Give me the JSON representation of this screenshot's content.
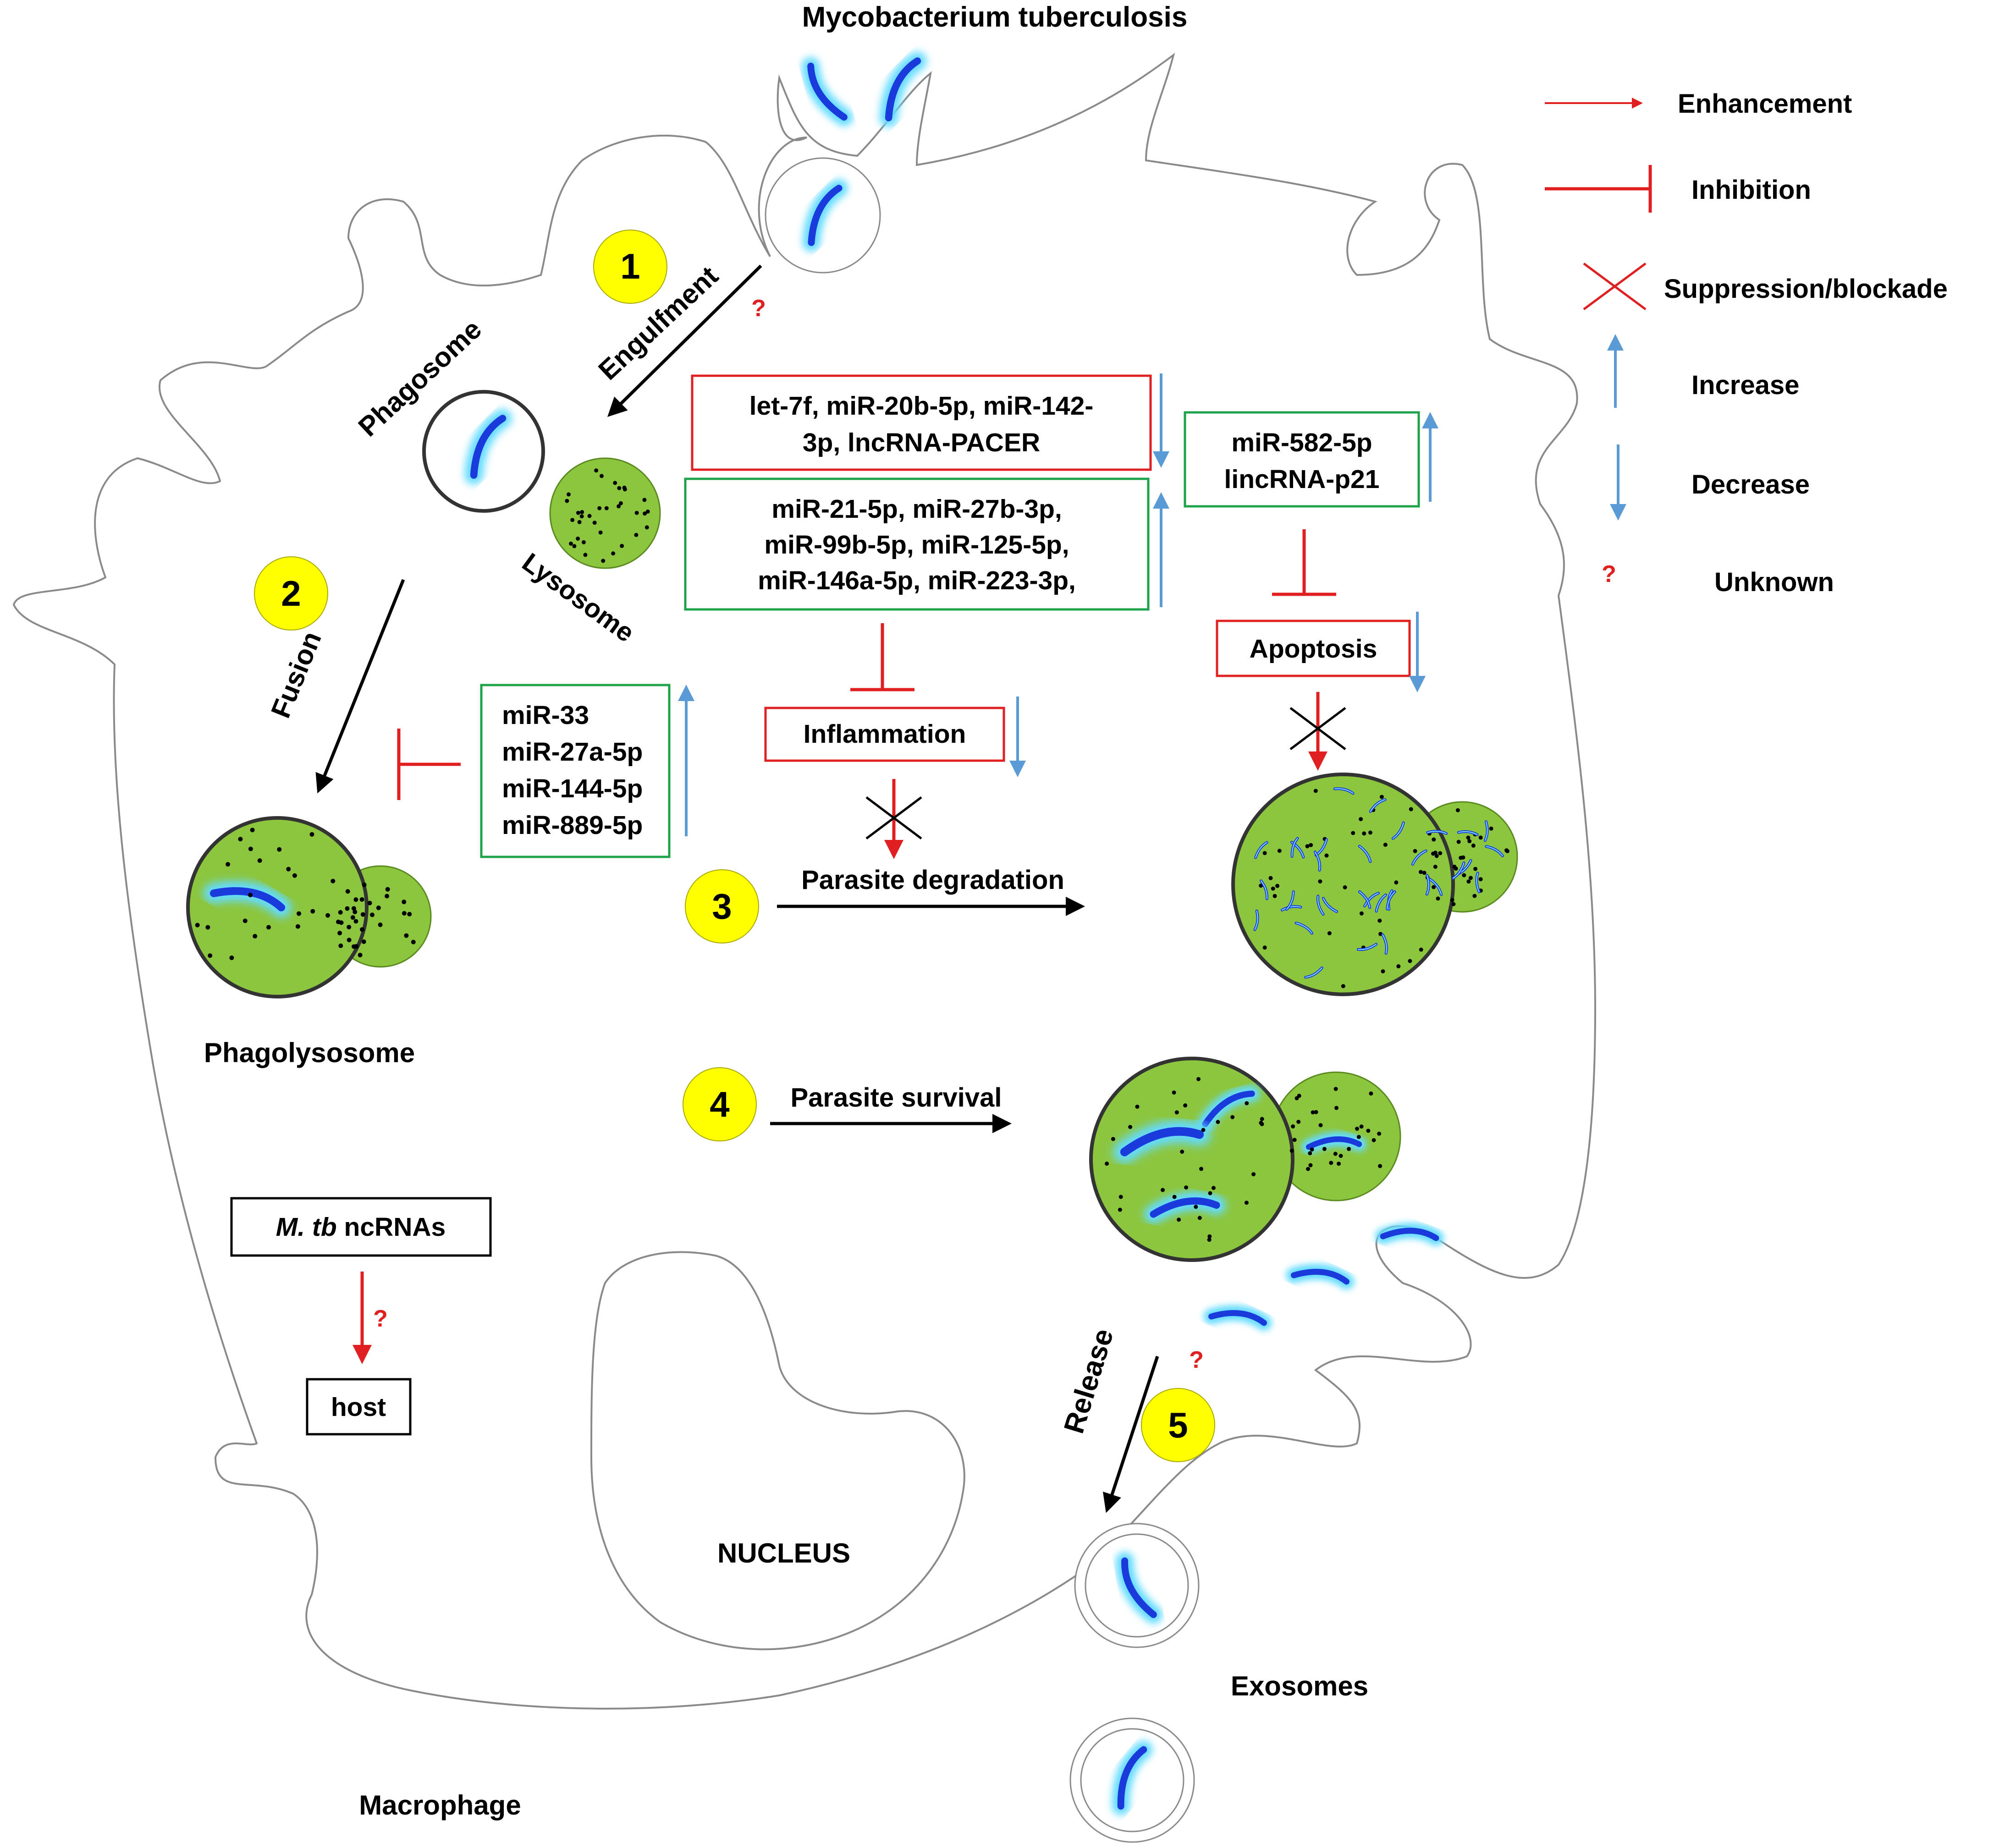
{
  "title": "Mycobacterium  tuberculosis",
  "cell_label": "Macrophage",
  "nucleus_label": "NUCLEUS",
  "organelles": {
    "phagosome": "Phagosome",
    "lysosome": "Lysosome",
    "phagolysosome": "Phagolysosome",
    "exosomes": "Exosomes"
  },
  "steps": [
    {
      "number": "1",
      "label": "Engulfment"
    },
    {
      "number": "2",
      "label": "Fusion"
    },
    {
      "number": "3",
      "label": "Parasite degradation"
    },
    {
      "number": "4",
      "label": "Parasite survival"
    },
    {
      "number": "5",
      "label": "Release"
    }
  ],
  "unknown_mark": "?",
  "boxes": {
    "red_top": [
      "let-7f, miR-20b-5p, miR-142-",
      "3p, lncRNA-PACER"
    ],
    "green_mid": [
      "miR-21-5p, miR-27b-3p,",
      "miR-99b-5p, miR-125-5p,",
      "miR-146a-5p, miR-223-3p,"
    ],
    "green_right": [
      "miR-582-5p",
      "lincRNA-p21"
    ],
    "green_left": [
      "miR-33",
      "miR-27a-5p",
      "miR-144-5p",
      "miR-889-5p"
    ],
    "inflammation": "Inflammation",
    "apoptosis": "Apoptosis",
    "mtb_ncrnas": {
      "italic": "M. tb",
      "rest": " ncRNAs"
    },
    "host": "host"
  },
  "legend": [
    {
      "symbol": "enhancement-arrow",
      "label": "Enhancement"
    },
    {
      "symbol": "inhibition-bar",
      "label": "Inhibition"
    },
    {
      "symbol": "red-x",
      "label": "Suppression/blockade"
    },
    {
      "symbol": "blue-up-arrow",
      "label": "Increase"
    },
    {
      "symbol": "blue-down-arrow",
      "label": "Decrease"
    },
    {
      "symbol": "question-mark",
      "label": "Unknown"
    }
  ],
  "colors": {
    "red": "#e02020",
    "green_border": "#1ea34a",
    "blue_arrow": "#5b9bd5",
    "yellow_step": "#ffff00",
    "organelle_green": "#8cc63f",
    "bacterium_blue": "#1a3adb"
  }
}
